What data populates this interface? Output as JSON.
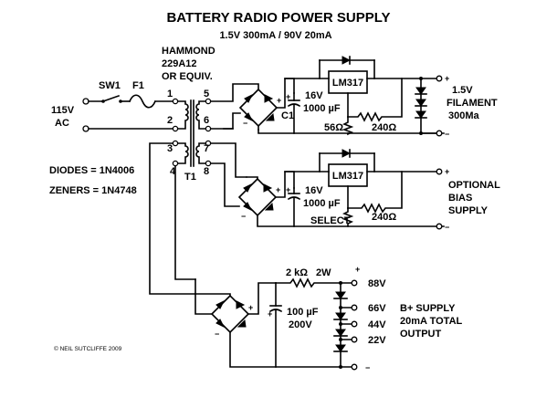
{
  "title": "BATTERY RADIO POWER SUPPLY",
  "subtitle": "1.5V 300mA / 90V 20mA",
  "transformer": {
    "make": "HAMMOND",
    "model": "229A12",
    "equiv": "OR EQUIV.",
    "ref": "T1",
    "pins": [
      "1",
      "2",
      "3",
      "4",
      "5",
      "6",
      "7",
      "8"
    ]
  },
  "input": {
    "voltage": "115V",
    "type": "AC",
    "switch": "SW1",
    "fuse": "F1"
  },
  "notes": {
    "diodes": "DIODES = 1N4006",
    "zeners": "ZENERS = 1N4748"
  },
  "filament_supply": {
    "regulator": "LM317",
    "cap_voltage": "16V",
    "cap_value": "1000 µF",
    "cap_ref": "C1",
    "resistor_low": "56Ω",
    "resistor_high": "240Ω",
    "output_voltage": "1.5V",
    "output_name": "FILAMENT",
    "output_current": "300Ma"
  },
  "bias_supply": {
    "regulator": "LM317",
    "cap_voltage": "16V",
    "cap_value": "1000 µF",
    "resistor_low": "SELECT",
    "resistor_high": "240Ω",
    "label_line1": "OPTIONAL",
    "label_line2": "BIAS",
    "label_line3": "SUPPLY"
  },
  "bplus_supply": {
    "resistor": "2 kΩ",
    "resistor_power": "2W",
    "cap_value": "100 µF",
    "cap_voltage": "200V",
    "taps": [
      "88V",
      "66V",
      "44V",
      "22V"
    ],
    "label_line1": "B+ SUPPLY",
    "label_line2": "20mA TOTAL",
    "label_line3": "OUTPUT"
  },
  "polarity": {
    "plus": "+",
    "minus": "−"
  },
  "copyright": "© NEIL SUTCLIFFE 2009"
}
